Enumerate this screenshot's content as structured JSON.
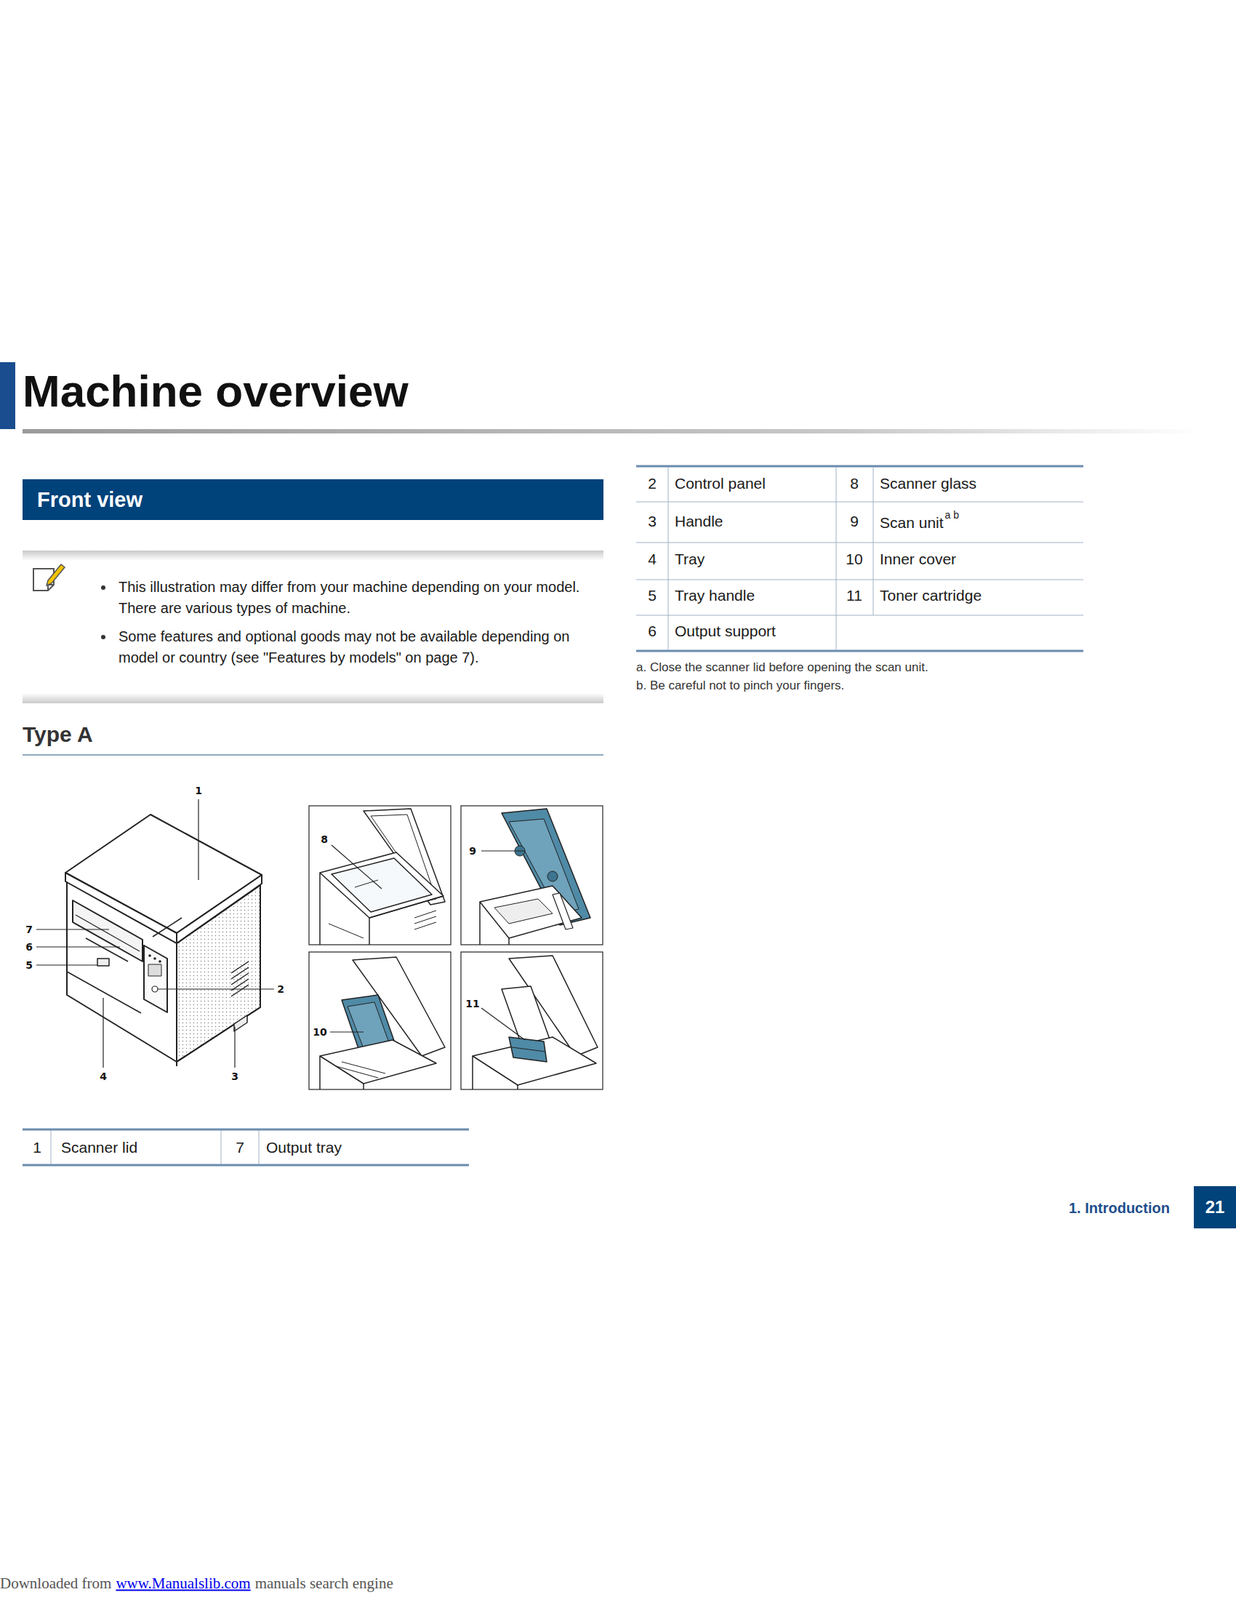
{
  "diagram": {
    "title": "Machine overview",
    "nodes": [
      {
        "text": [
          "Front view"
        ]
      },
      {
        "text": [
          "This illustration may differ from your machine depending on your model. There are various types of machine.",
          "Some features and optional goods may not be available depending on model or country (see \"Features by models\" on page 7)."
        ]
      },
      {
        "text": [
          "21"
        ]
      }
    ],
    "labels": [
      "1",
      "7",
      "6",
      "5",
      "2",
      "4",
      "3",
      "8",
      "9",
      "10",
      "11",
      "1",
      "Scanner lid",
      "7",
      "Output tray",
      "2",
      "Control panel",
      "8",
      "Scanner glass",
      "3",
      "Handle",
      "9",
      "Scan unit",
      "a b",
      "4",
      "Tray",
      "10",
      "Inner cover",
      "5",
      "Tray handle",
      "11",
      "Toner cartridge",
      "6",
      "Output support",
      "a. Close the scanner lid before opening the scan unit.",
      "b. Be careful not to pinch your fingers.",
      "Type A",
      "1. Introduction",
      "Downloaded from",
      "www.Manualslib.com",
      "manuals search engine"
    ]
  }
}
